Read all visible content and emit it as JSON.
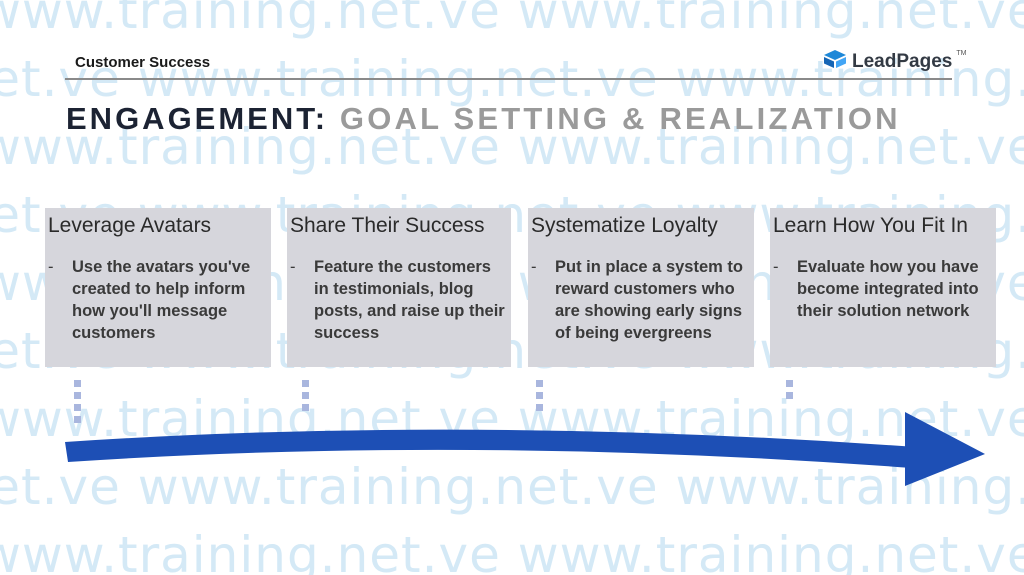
{
  "watermark": {
    "text": "www.training.net.ve"
  },
  "header": {
    "label": "Customer Success"
  },
  "logo": {
    "name": "LeadPages",
    "tm": "TM",
    "icon": "leadpages-box-icon",
    "color": "#1e88d8"
  },
  "title": {
    "main": "ENGAGEMENT",
    "colon": ":",
    "sub": " GOAL SETTING & REALIZATION"
  },
  "cards": [
    {
      "heading": "Leverage Avatars",
      "dash": "-",
      "body": "Use the avatars you've created to help inform how you'll message customers"
    },
    {
      "heading": "Share Their Success",
      "dash": "-",
      "body": "Feature the customers in testimonials, blog posts, and raise up their success"
    },
    {
      "heading": "Systematize Loyalty",
      "dash": "-",
      "body": "Put in place a system to reward customers who are showing early signs of being evergreens"
    },
    {
      "heading": "Learn How You Fit In",
      "dash": "-",
      "body": "Evaluate how you have become integrated into their solution network"
    }
  ],
  "colors": {
    "card_bg": "#d6d6dc",
    "arrow": "#1d4fb5",
    "dots": "#a9b6de",
    "watermark": "#d4e9f6"
  }
}
